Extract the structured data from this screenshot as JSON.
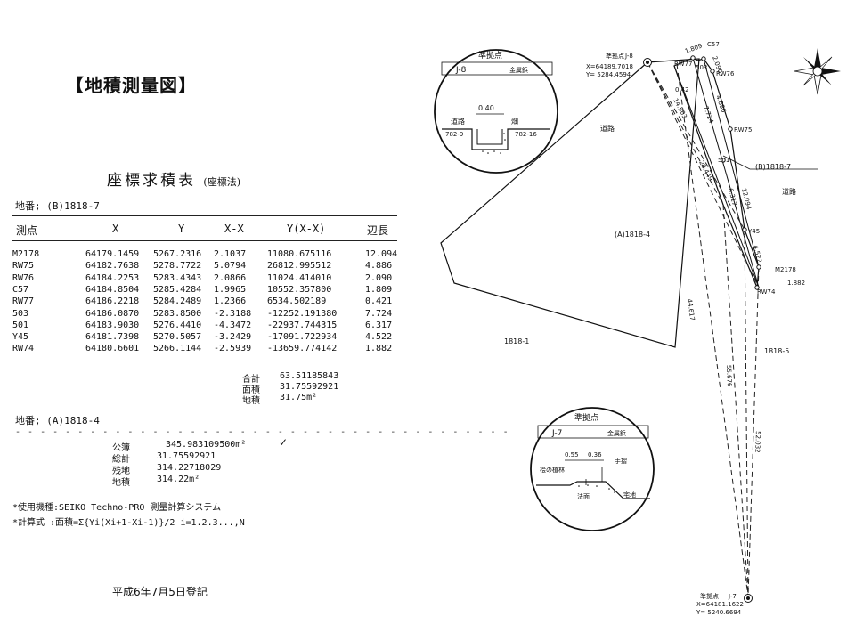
{
  "page_title": "【地積測量図】",
  "table": {
    "title": "座標求積表",
    "title_note": "(座標法)",
    "lot_label": "地番; (B)1818-7",
    "headers": [
      "測点",
      "X",
      "Y",
      "X-X",
      "Y(X-X)",
      "辺長"
    ],
    "rows": [
      [
        "M2178",
        "64179.1459",
        "5267.2316",
        "2.1037",
        "11080.675116",
        "12.094"
      ],
      [
        "RW75",
        "64182.7638",
        "5278.7722",
        "5.0794",
        "26812.995512",
        "4.886"
      ],
      [
        "RW76",
        "64184.2253",
        "5283.4343",
        "2.0866",
        "11024.414010",
        "2.090"
      ],
      [
        "C57",
        "64184.8504",
        "5285.4284",
        "1.9965",
        "10552.357800",
        "1.809"
      ],
      [
        "RW77",
        "64186.2218",
        "5284.2489",
        "1.2366",
        "6534.502189",
        "0.421"
      ],
      [
        "503",
        "64186.0870",
        "5283.8500",
        "-2.3188",
        "-12252.191380",
        "7.724"
      ],
      [
        "501",
        "64183.9030",
        "5276.4410",
        "-4.3472",
        "-22937.744315",
        "6.317"
      ],
      [
        "Y45",
        "64181.7398",
        "5270.5057",
        "-3.2429",
        "-17091.722934",
        "4.522"
      ],
      [
        "RW74",
        "64180.6601",
        "5266.1144",
        "-2.5939",
        "-13659.774142",
        "1.882"
      ]
    ],
    "totals": [
      {
        "label": "合計",
        "value": "63.51185843"
      },
      {
        "label": "面積",
        "value": "31.75592921"
      },
      {
        "label": "地積",
        "value": "31.75m²"
      }
    ]
  },
  "lot_a": {
    "label": "地番; (A)1818-4",
    "dashes": "- - - - - - - - - - - - - - - - - - - - - - - - - - - - - - - - - - - - - - - -",
    "rows": [
      {
        "label": "公簿",
        "value": "345.983109500m²"
      },
      {
        "label": "総計",
        "value": "31.75592921"
      },
      {
        "label": "残地",
        "value": "314.22718029"
      },
      {
        "label": "地積",
        "value": "314.22m²"
      }
    ],
    "check_mark": "✓"
  },
  "notes": {
    "equipment": "*使用機種:SEIKO Techno-PRO 測量計算システム",
    "formula": "*計算式 :面積=Σ{Yi(Xi+1-Xi-1)}/2 i=1.2.3...,N"
  },
  "registration": "平成6年7月5日登記",
  "map": {
    "point_labels": {
      "j8_title": "準拠点",
      "j8_name": "J-8",
      "j8_x": "X=64189.7018",
      "j8_y": "Y= 5284.4594",
      "j7_title": "準拠点",
      "j7_name": "J-7",
      "j7_x": "X=64181.1622",
      "j7_y": "Y= 5240.6694",
      "rw77": "RW77",
      "p503": "503",
      "c57": "C57",
      "rw76": "RW76",
      "rw75": "RW75",
      "p501": "501",
      "y45": "Y45",
      "m2178": "M2178",
      "rw74": "RW74"
    },
    "dimensions": {
      "d1809": "1.809",
      "d2090": "2.090",
      "d0421": "0.42",
      "d4886": "4.886",
      "d7724": "7.724",
      "d14503": "14.503",
      "d20449": "20.449",
      "d6317": "6.317",
      "d12094": "12.094",
      "d4522": "4.522",
      "d1882": "1.882",
      "d44617": "44.617",
      "d55676": "55.676",
      "d52032": "52.032"
    },
    "area_labels": {
      "road_top": "道路",
      "road_right": "道路",
      "lot_a": "(A)1818-4",
      "lot_b": "(B)1818-7",
      "lot_1818_1": "1818-1",
      "lot_1818_5": "1818-5"
    },
    "detail_j8": {
      "title": "準拠点",
      "name": "J-8",
      "type": "金属鋲",
      "width": "0.40",
      "left_label": "道路",
      "right_label": "畑",
      "left_lot": "782-9",
      "right_lot": "782-16"
    },
    "detail_j7": {
      "title": "準拠点",
      "name": "J-7",
      "type": "金属鋲",
      "w1": "0.55",
      "w2": "0.36",
      "handrail": "手摺",
      "forest": "桧の植林",
      "slope": "法面",
      "residential": "宅地"
    },
    "compass_icon": "north-arrow-compass"
  }
}
